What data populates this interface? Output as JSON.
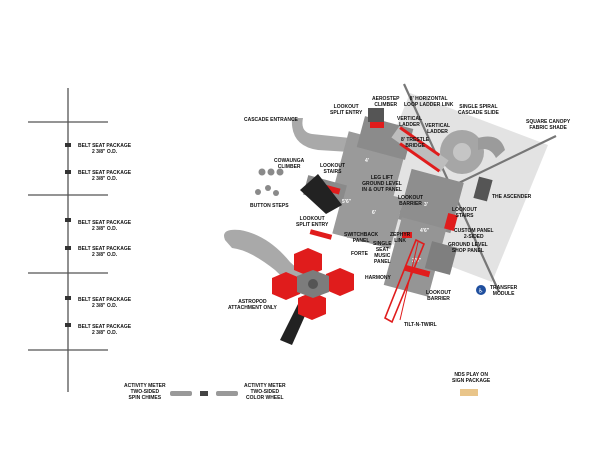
{
  "swing_labels": [
    {
      "line1": "BELT SEAT PACKAGE",
      "line2": "2 3/8\" O.D."
    },
    {
      "line1": "BELT SEAT PACKAGE",
      "line2": "2 3/8\" O.D."
    },
    {
      "line1": "BELT SEAT PACKAGE",
      "line2": "2 3/8\" O.D."
    },
    {
      "line1": "BELT SEAT PACKAGE",
      "line2": "2 3/8\" O.D."
    },
    {
      "line1": "BELT SEAT PACKAGE",
      "line2": "2 3/8\" O.D."
    },
    {
      "line1": "BELT SEAT PACKAGE",
      "line2": "2 3/8\" O.D."
    }
  ],
  "labels": {
    "cascade_entrance": "CASCADE ENTRANCE",
    "lookout_split_entry_top": [
      "LOOKOUT",
      "SPLIT ENTRY"
    ],
    "aerostep_climber": [
      "AEROSTEP",
      "CLIMBER"
    ],
    "horizontal_loop_ladder": [
      "8' HORIZONTAL",
      "LOOP LADDER LINK"
    ],
    "single_spiral_slide": [
      "SINGLE SPIRAL",
      "CASCADE SLIDE"
    ],
    "square_canopy": [
      "SQUARE CANOPY",
      "FABRIC SHADE"
    ],
    "vertical_ladder_1": [
      "VERTICAL",
      "LADDER"
    ],
    "vertical_ladder_2": [
      "VERTICAL",
      "LADDER"
    ],
    "trestle_bridge": [
      "8' TRESTLE",
      "BRIDGE"
    ],
    "cowaunga_climber": [
      "COWAUNGA",
      "CLIMBER"
    ],
    "lookout_stairs_left": [
      "LOOKOUT",
      "STAIRS"
    ],
    "leg_lift": [
      "LEG LIFT",
      "GROUND LEVEL",
      "IN & OUT PANEL"
    ],
    "lookout_barrier_top": [
      "LOOKOUT",
      "BARRIER"
    ],
    "the_ascender": "THE ASCENDER",
    "button_steps": "BUTTON STEPS",
    "lookout_stairs_right": [
      "LOOKOUT",
      "STAIRS"
    ],
    "lookout_split_entry_mid": [
      "LOOKOUT",
      "SPLIT ENTRY"
    ],
    "switchback_panel": [
      "SWITCHBACK",
      "PANEL"
    ],
    "zephyr_link": [
      "ZEPHYR",
      "LINK"
    ],
    "custom_panel": [
      "CUSTOM PANEL",
      "2-SIDED"
    ],
    "ground_level_shop": [
      "GROUND LEVEL",
      "SHOP PANEL"
    ],
    "single_seat_music": [
      "SINGLE",
      "SEAT",
      "MUSIC",
      "PANEL"
    ],
    "forte": "FORTE",
    "harmony": "HARMONY",
    "transfer_module": [
      "TRANSFER",
      "MODULE"
    ],
    "lookout_barrier_bottom": [
      "LOOKOUT",
      "BARRIER"
    ],
    "astropod": [
      "ASTROPOD",
      "ATTACHMENT ONLY"
    ],
    "tilt_n_twirl": "TILT-N-TWIRL",
    "activity_meter_spin": [
      "ACTIVITY METER",
      "TWO-SIDED",
      "SPIN CHIMES"
    ],
    "activity_meter_color": [
      "ACTIVITY METER",
      "TWO-SIDED",
      "COLOR WHEEL"
    ],
    "nds_play_on": [
      "NDS PLAY ON",
      "SIGN PACKAGE"
    ]
  },
  "deck_heights": [
    "4'",
    "5'6\"",
    "6'",
    "3'",
    "4'6\"",
    "3'6\""
  ],
  "colors": {
    "deck": "#9a9a9a",
    "deck_dark": "#7c7c7c",
    "accent_red": "#e01c1c",
    "slide": "#a8a8a8",
    "canopy": "#d8d8d8",
    "frame": "#6f6f6f",
    "swing_beam": "#444444",
    "transfer_blue": "#1f4f9e"
  }
}
